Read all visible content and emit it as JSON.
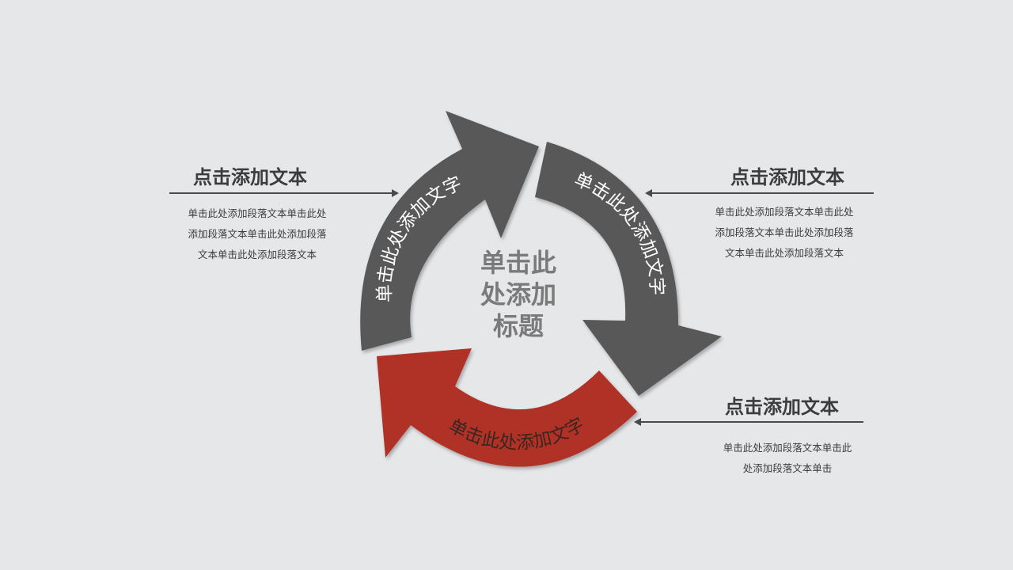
{
  "diagram": {
    "center_title_lines": [
      "单击此",
      "处添加",
      "标题"
    ],
    "arrow_labels": {
      "top_left": "单击此处添加文字",
      "right": "单击此处添加文字",
      "bottom": "单击此处添加文字"
    },
    "colors": {
      "background": "#e6e7e9",
      "gray_arrow": "#595959",
      "red_arrow": "#b03327",
      "text_dark": "#3c3c3c",
      "center_title": "#7a7a7a"
    }
  },
  "callouts": {
    "left": {
      "heading": "点击添加文本",
      "lines": [
        "单击此处添加段落文本单击此处",
        "添加段落文本单击此处添加段落",
        "文本单击此处添加段落文本"
      ]
    },
    "right_top": {
      "heading": "点击添加文本",
      "lines": [
        "单击此处添加段落文本单击此处",
        "添加段落文本单击此处添加段落",
        "文本单击此处添加段落文本"
      ]
    },
    "right_bottom": {
      "heading": "点击添加文本",
      "lines": [
        "单击此处添加段落文本单击此",
        "处添加段落文本单击"
      ]
    }
  }
}
